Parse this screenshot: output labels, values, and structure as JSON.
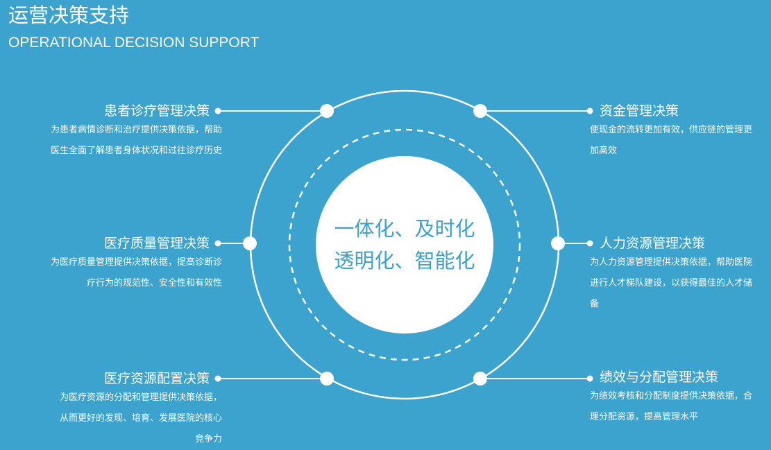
{
  "title": "运营决策支持",
  "subtitle": "OPERATIONAL DECISION SUPPORT",
  "center": {
    "line1": "一体化、及时化",
    "line2": "透明化、智能化"
  },
  "left": [
    {
      "heading": "患者诊疗管理决策",
      "desc": [
        "为患者病情诊断和治疗提供决策依据，帮助",
        "医生全面了解患者身体状况和过往诊疗历史"
      ]
    },
    {
      "heading": "医疗质量管理决策",
      "desc": [
        "为医疗质量管理提供决策依据，提高诊断诊",
        "疗行为的规范性、安全性和有效性"
      ]
    },
    {
      "heading": "医疗资源配置决策",
      "desc": [
        "为医疗资源的分配和管理提供决策依据，",
        "从而更好的发现、培育、发展医院的核心",
        "竞争力"
      ]
    }
  ],
  "right": [
    {
      "heading": "资金管理决策",
      "desc": [
        "使现金的流转更加有效，供应链的管理更",
        "加高效"
      ]
    },
    {
      "heading": "人力资源管理决策",
      "desc": [
        "为人力资源管理提供决策依据，帮助医院",
        "进行人才梯队建设，以获得最佳的人才储",
        "备"
      ]
    },
    {
      "heading": "绩效与分配管理决策",
      "desc": [
        "为绩效考核和分配制度提供决策依据，合",
        "理分配资源，提高管理水平"
      ]
    }
  ],
  "colors": {
    "background": "#3ba3cd",
    "foreground": "#ffffff"
  }
}
